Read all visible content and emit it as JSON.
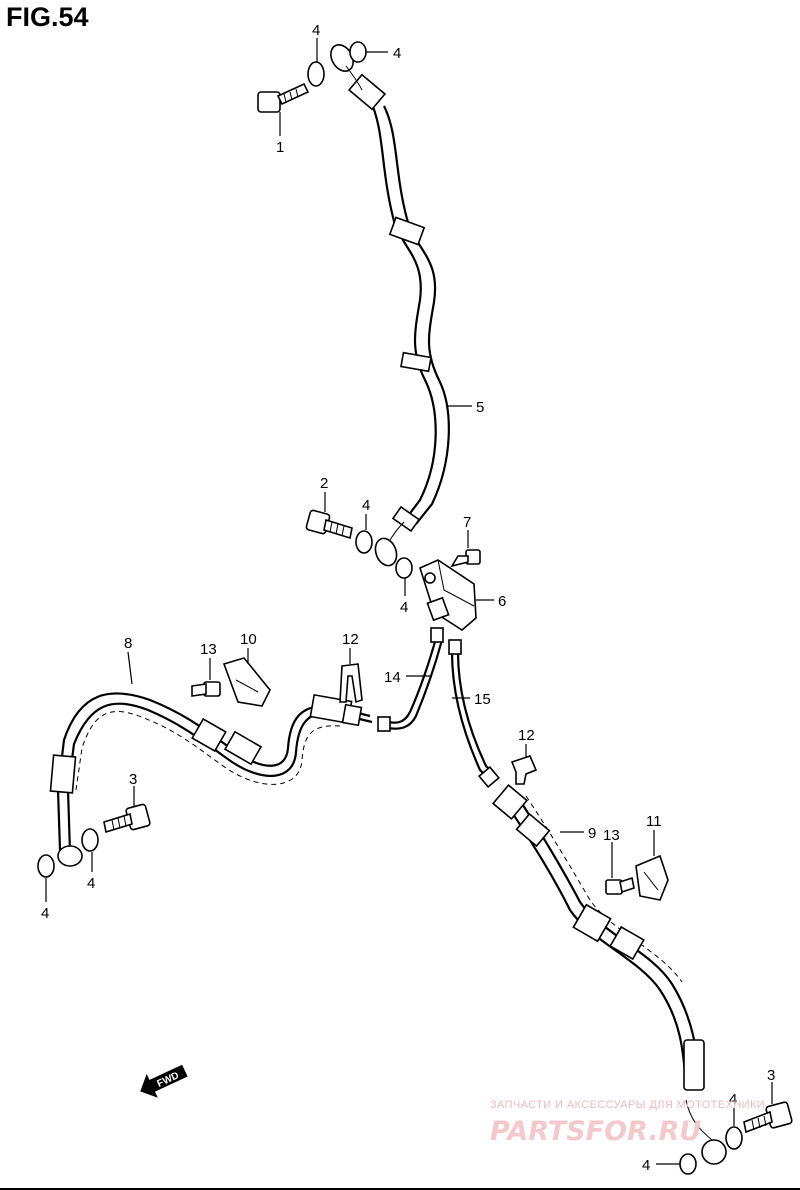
{
  "figure": {
    "title": "FIG.54"
  },
  "callouts": {
    "c1": "1",
    "c2": "2",
    "c3a": "3",
    "c3b": "3",
    "c4a": "4",
    "c4b": "4",
    "c4c": "4",
    "c4d": "4",
    "c4e": "4",
    "c4f": "4",
    "c4g": "4",
    "c4h": "4",
    "c5": "5",
    "c6": "6",
    "c7": "7",
    "c8": "8",
    "c9": "9",
    "c10": "10",
    "c11": "11",
    "c12a": "12",
    "c12b": "12",
    "c13a": "13",
    "c13b": "13",
    "c14": "14",
    "c15": "15"
  },
  "direction_arrow": {
    "label": "FWD"
  },
  "watermark": {
    "tagline": "ЗАПЧАСТИ И АКСЕССУАРЫ ДЛЯ МОТОТЕХНИКИ",
    "logo": "PARTSFOR.RU",
    "color": "#f2b9bd"
  },
  "colors": {
    "ink": "#000000",
    "background": "#ffffff"
  }
}
